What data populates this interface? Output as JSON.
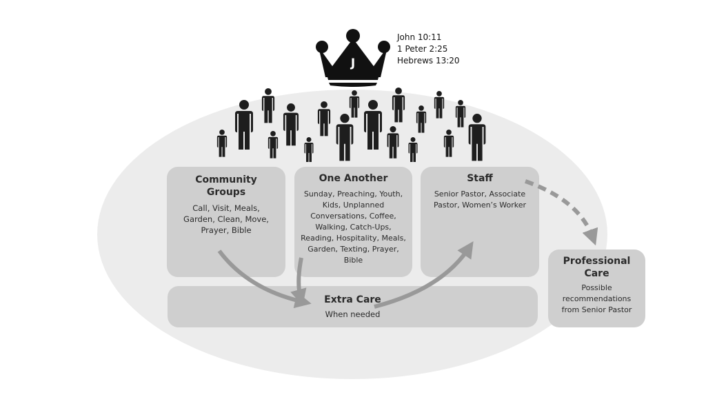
{
  "crown": {
    "letter": "J"
  },
  "references": [
    "John 10:11",
    "1 Peter 2:25",
    "Hebrews 13:20"
  ],
  "boxes": {
    "community_groups": {
      "title": "Community Groups",
      "body": "Call, Visit, Meals, Garden, Clean, Move, Prayer, Bible"
    },
    "one_another": {
      "title": "One Another",
      "body": "Sunday, Preaching, Youth, Kids, Unplanned Conversations, Coffee, Walking, Catch-Ups, Reading, Hospitality, Meals, Garden, Texting, Prayer, Bible"
    },
    "staff": {
      "title": "Staff",
      "body": "Senior Pastor, Associate Pastor, Women’s Worker"
    },
    "extra_care": {
      "title": "Extra Care",
      "body": "When needed"
    },
    "professional_care": {
      "title": "Professional Care",
      "body": "Possible recommendations from Senior Pastor"
    }
  },
  "colors": {
    "ellipse": "#ececec",
    "box": "#cfcfcf",
    "arrow": "#999999",
    "figure": "#1e1e1e"
  }
}
